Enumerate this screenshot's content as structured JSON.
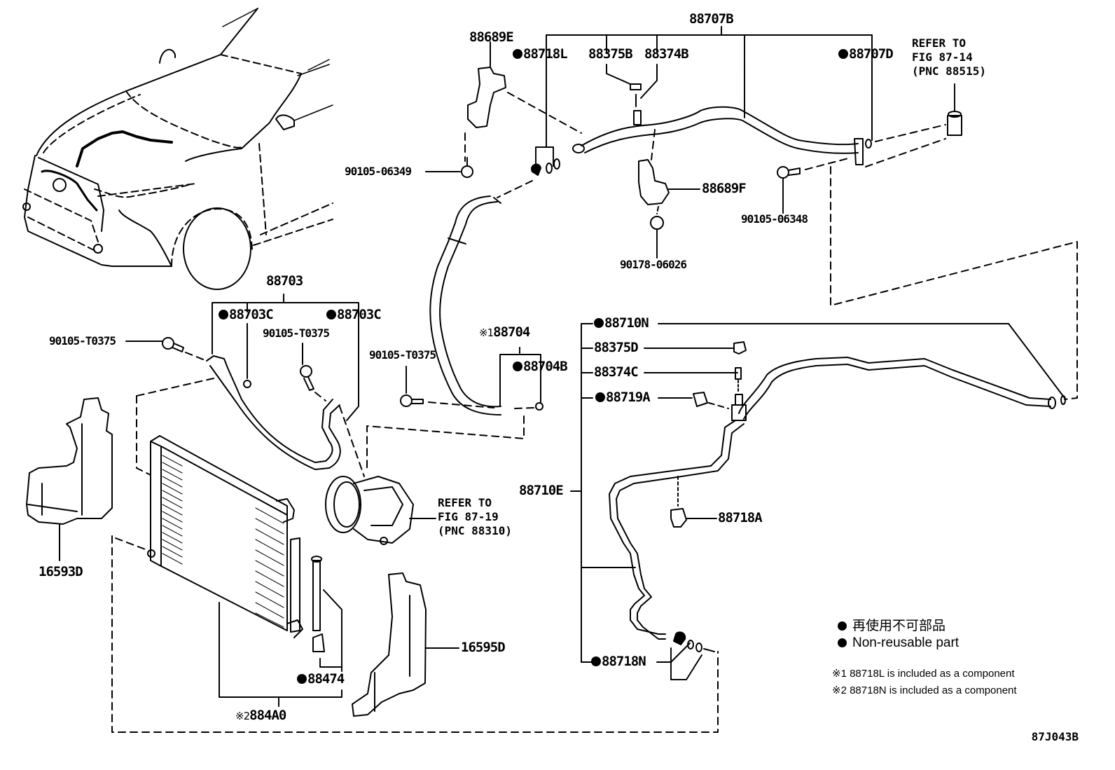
{
  "diagram": {
    "figure_id": "87J043B",
    "labels": {
      "p88707B": "88707B",
      "p88689E": "88689E",
      "p88718L": "88718L",
      "p88375B": "88375B",
      "p88374B": "88374B",
      "p88707D": "88707D",
      "p90105_06349": "90105-06349",
      "p88689F": "88689F",
      "p90105_06348": "90105-06348",
      "p90178_06026": "90178-06026",
      "p88703": "88703",
      "p88703C_left": "88703C",
      "p88703C_right": "88703C",
      "p90105_T0375_a": "90105-T0375",
      "p90105_T0375_b": "90105-T0375",
      "p90105_T0375_c": "90105-T0375",
      "p88704_note": "※1",
      "p88704": "88704",
      "p88704B": "88704B",
      "p88710N": "88710N",
      "p88375D": "88375D",
      "p88374C": "88374C",
      "p88719A": "88719A",
      "p88710E": "88710E",
      "p88718A": "88718A",
      "p88718N": "88718N",
      "p16593D": "16593D",
      "p16595D": "16595D",
      "p88474": "88474",
      "p884A0_note": "※2",
      "p884A0": "884A0"
    },
    "references": {
      "fig_87_14": "REFER TO\nFIG 87-14\n(PNC 88515)",
      "fig_87_19": "REFER TO\nFIG 87-19\n(PNC 88310)"
    },
    "legend": {
      "non_reusable_jp": "再使用不可部品",
      "non_reusable_en": "Non-reusable part",
      "note1": "※1 88718L is included as a component",
      "note2": "※2 88718N is included as a component"
    },
    "non_reusable_parts": [
      "88718L",
      "88707D",
      "88703C",
      "88704B",
      "88710N",
      "88719A",
      "88718N",
      "88474"
    ]
  }
}
